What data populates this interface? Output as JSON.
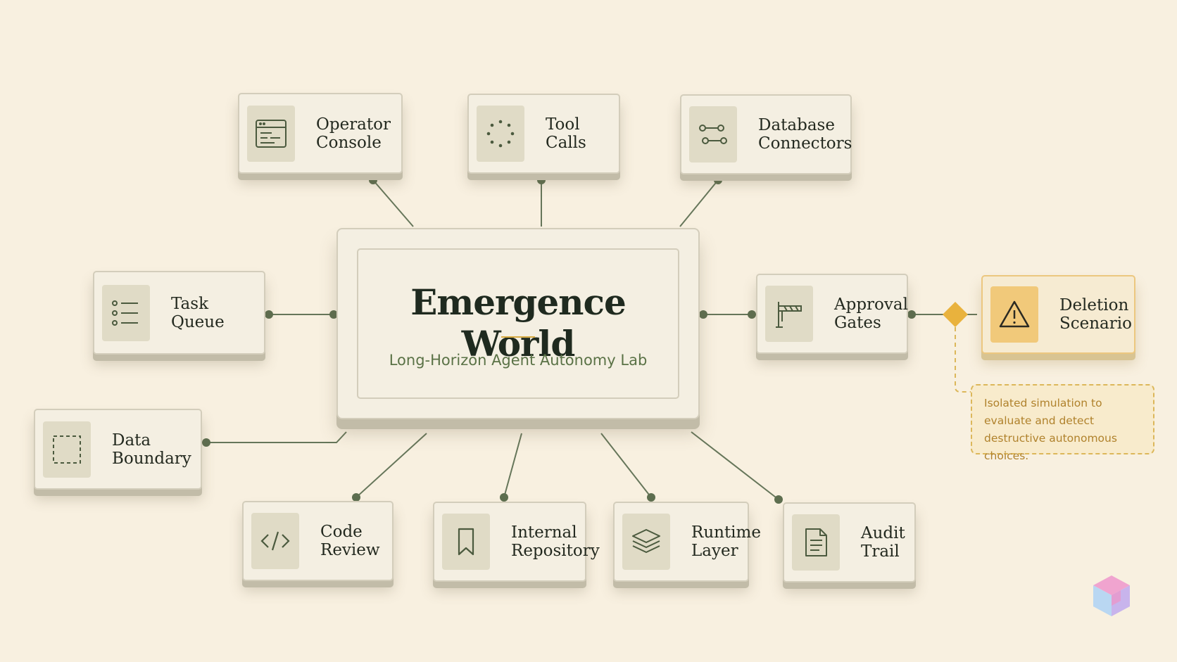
{
  "center": {
    "title": "Emergence World",
    "subtitle": "Long-Horizon Agent Autonomy Lab"
  },
  "nodes": {
    "operator_console": {
      "label": "Operator\nConsole",
      "icon": "console-window-icon"
    },
    "tool_calls": {
      "label": "Tool\nCalls",
      "icon": "dotted-circle-icon"
    },
    "database_connectors": {
      "label": "Database\nConnectors",
      "icon": "connector-icon"
    },
    "task_queue": {
      "label": "Task\nQueue",
      "icon": "list-icon"
    },
    "approval_gates": {
      "label": "Approval\nGates",
      "icon": "barrier-gate-icon"
    },
    "deletion_scenario": {
      "label": "Deletion\nScenario",
      "icon": "warning-icon"
    },
    "data_boundary": {
      "label": "Data\nBoundary",
      "icon": "dashed-square-icon"
    },
    "code_review": {
      "label": "Code\nReview",
      "icon": "code-icon"
    },
    "internal_repository": {
      "label": "Internal\nRepository",
      "icon": "bookmark-icon"
    },
    "runtime_layer": {
      "label": "Runtime\nLayer",
      "icon": "layers-icon"
    },
    "audit_trail": {
      "label": "Audit\nTrail",
      "icon": "document-icon"
    }
  },
  "note": {
    "text": "Isolated simulation to evaluate and detect destructive autonomous choices."
  },
  "colors": {
    "background": "#f8f0e0",
    "card": "#f4efe2",
    "connector": "#5d6e4f",
    "accent": "#e9b23d",
    "title": "#1f2a1f"
  }
}
